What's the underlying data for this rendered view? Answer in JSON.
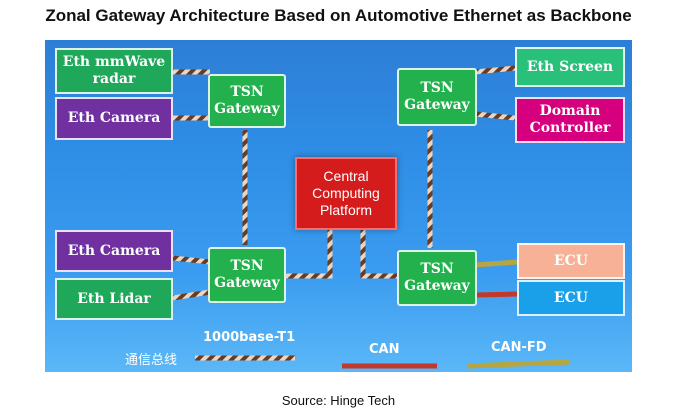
{
  "title": "Zonal Gateway Architecture Based on Automotive Ethernet as Backbone",
  "source": "Source: Hinge Tech",
  "nodes": {
    "eth_mmwave_radar": "Eth mmWave radar",
    "eth_camera_top": "Eth Camera",
    "tsn_gateway_tl": "TSN Gateway",
    "tsn_gateway_tr": "TSN Gateway",
    "eth_screen": "Eth Screen",
    "domain_controller": "Domain Controller",
    "central_computing_platform": "Central Computing Platform",
    "eth_camera_bottom": "Eth Camera",
    "eth_lidar": "Eth Lidar",
    "tsn_gateway_bl": "TSN Gateway",
    "tsn_gateway_br": "TSN Gateway",
    "ecu_can_fd": "ECU",
    "ecu_can": "ECU"
  },
  "legend": {
    "bus_label_cn": "通信总线",
    "ethernet": "1000base-T1",
    "can": "CAN",
    "can_fd": "CAN-FD"
  },
  "colors": {
    "ethernet_wire": "#8a4b2a",
    "can_wire": "#c0392b",
    "can_fd_wire": "#b5a642",
    "tsn_gateway": "#22b14c",
    "central": "#d41c1c",
    "purple": "#7030a0",
    "magenta": "#d6007e"
  }
}
